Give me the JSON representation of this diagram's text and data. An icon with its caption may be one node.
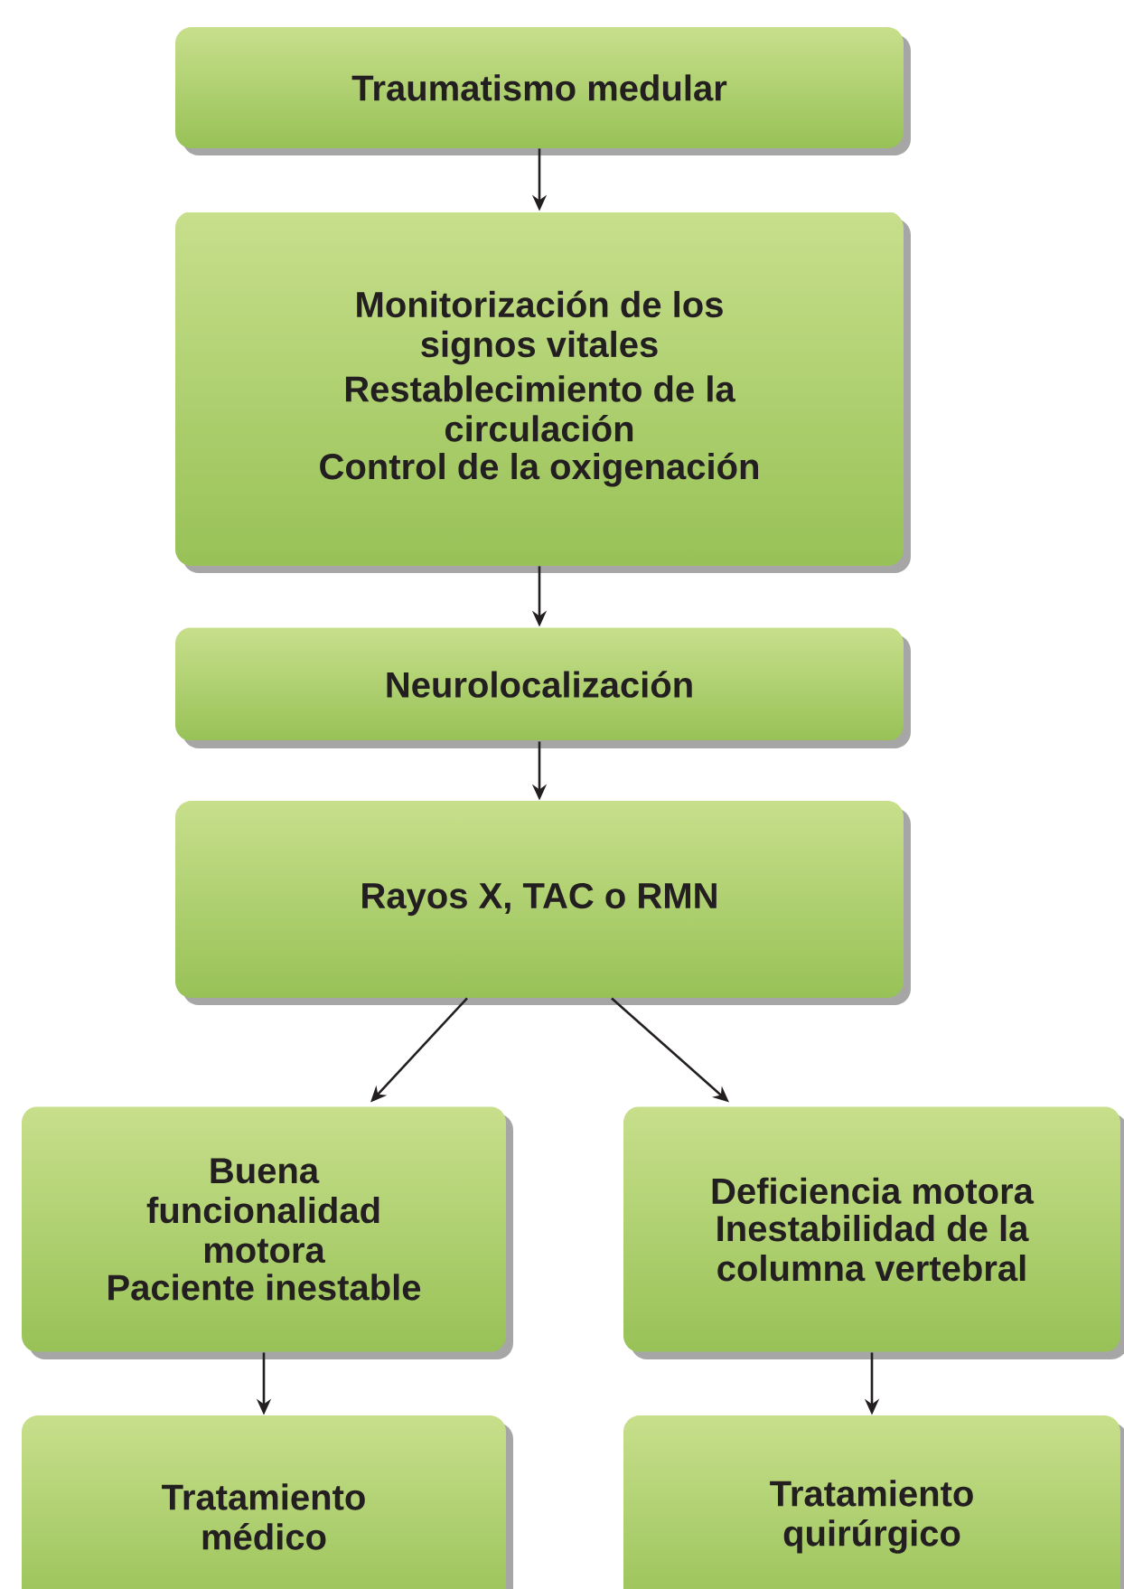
{
  "diagram": {
    "nodes": [
      {
        "text": [
          "Traumatismo medular"
        ]
      },
      {
        "text": [
          "Monitorización de los signos vitales",
          "Restablecimiento de la circulación",
          "Control de la oxigenación"
        ]
      },
      {
        "text": [
          "Neurolocalización"
        ]
      },
      {
        "text": [
          "Rayos X, TAC o RMN"
        ]
      },
      {
        "text": [
          "Buena funcionalidad motora",
          "Paciente inestable"
        ]
      },
      {
        "text": [
          "Deficiencia motora",
          "Inestabilidad de la columna vertebral"
        ]
      },
      {
        "text": [
          "Tratamiento médico"
        ]
      },
      {
        "text": [
          "Tratamiento quirúrgico"
        ]
      }
    ],
    "edges": [
      {
        "from": 0,
        "to": 1,
        "arrow": "to"
      },
      {
        "from": 1,
        "to": 2,
        "arrow": "to"
      },
      {
        "from": 2,
        "to": 3,
        "arrow": "to"
      },
      {
        "from": 3,
        "to": 4,
        "arrow": "to"
      },
      {
        "from": 3,
        "to": 5,
        "arrow": "to"
      },
      {
        "from": 4,
        "to": 6,
        "arrow": "to"
      },
      {
        "from": 5,
        "to": 7,
        "arrow": "to"
      }
    ]
  }
}
